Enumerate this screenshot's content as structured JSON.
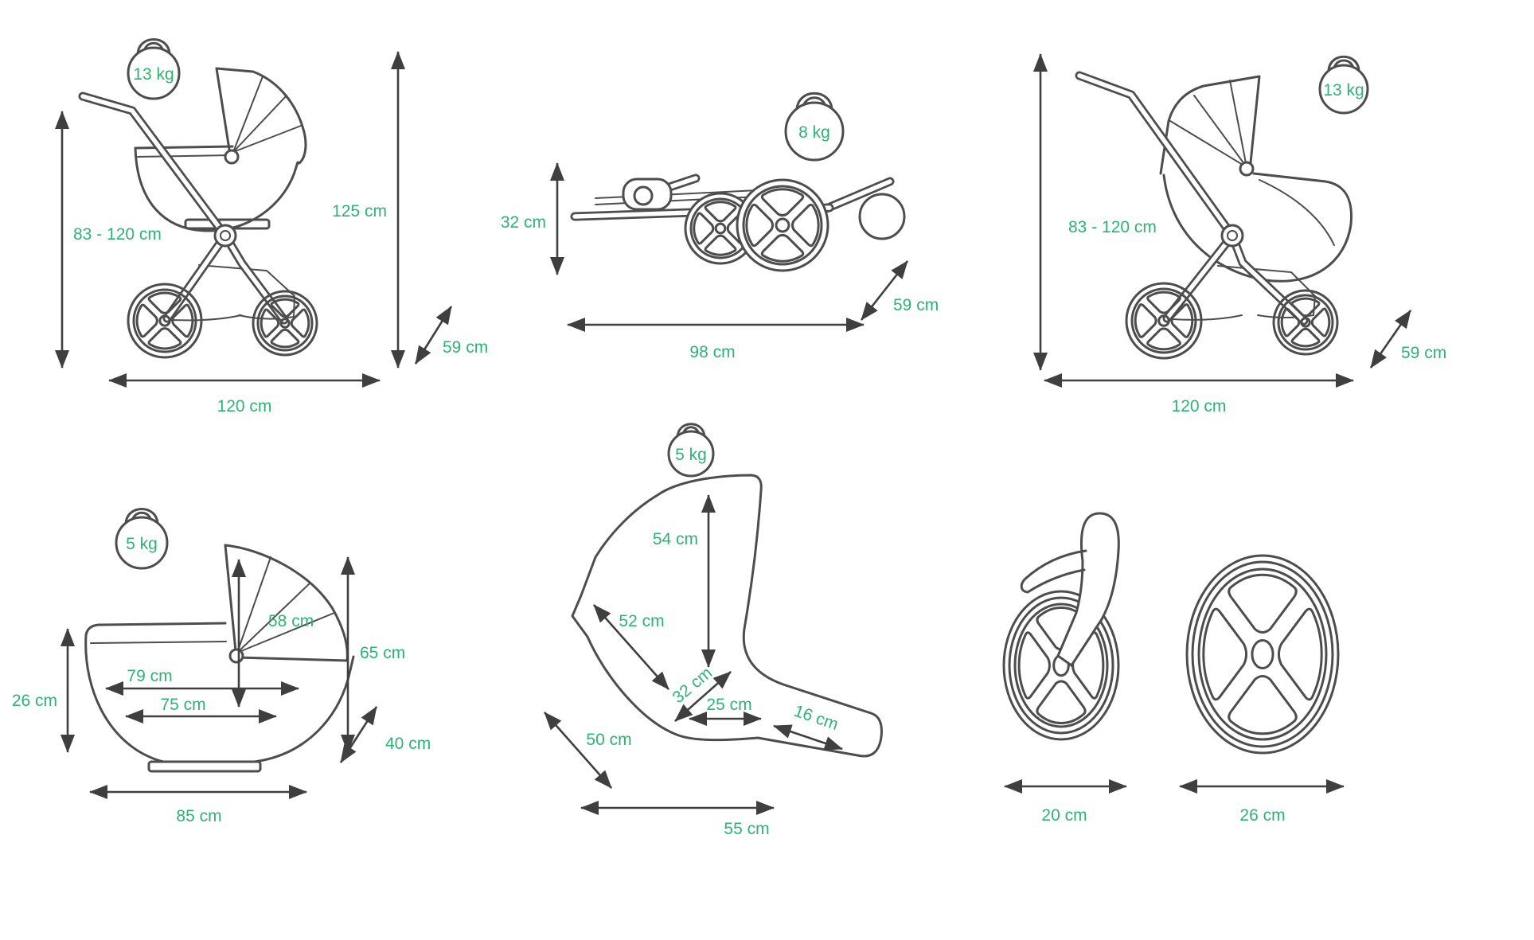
{
  "diagram": {
    "title": "stroller-dimensions",
    "colors": {
      "accent": "#2DB473",
      "line": "#4D4D4D",
      "arrow": "#3F3F3F",
      "background": "#FFFFFF"
    },
    "units": "cm",
    "panels": {
      "pram": {
        "weight": "13 kg",
        "handle_height": "83 - 120 cm",
        "height": "125 cm",
        "width": "59 cm",
        "length": "120 cm"
      },
      "folded": {
        "weight": "8 kg",
        "height": "32 cm",
        "length": "98 cm",
        "width": "59 cm"
      },
      "pushchair": {
        "weight": "13 kg",
        "handle_height": "83 - 120 cm",
        "length": "120 cm",
        "width": "59 cm"
      },
      "carrycot": {
        "weight": "5 kg",
        "depth": "26 cm",
        "hood_height": "58 cm",
        "inner_length": "79 cm",
        "base_length": "75 cm",
        "height": "65 cm",
        "width": "40 cm",
        "length": "85 cm"
      },
      "seat": {
        "weight": "5 kg",
        "backrest_height": "54 cm",
        "backrest_diagonal": "52 cm",
        "seat_depth": "32 cm",
        "seat_width": "25 cm",
        "footrest_length": "16 cm",
        "side_length": "50 cm",
        "length": "55 cm"
      },
      "wheels": {
        "front_diameter": "20 cm",
        "rear_diameter": "26 cm"
      }
    }
  }
}
